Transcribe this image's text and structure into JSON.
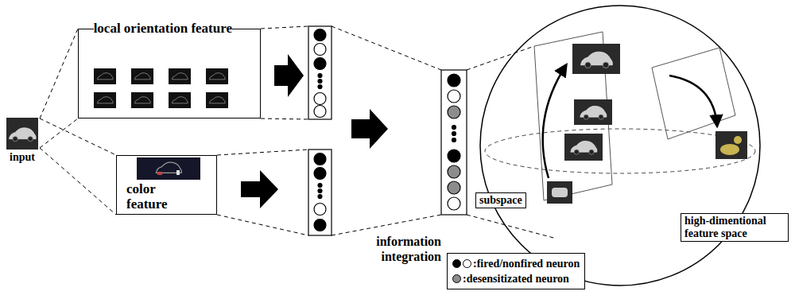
{
  "diagram": {
    "nodes": [
      {
        "text": [
          "input"
        ]
      },
      {
        "text": [
          "local orientation feature"
        ]
      },
      {
        "text": [
          "color feature"
        ]
      },
      {
        "text": [
          "subspace"
        ]
      },
      {
        "text": [
          "high-dimentional feature space"
        ]
      }
    ],
    "edges": [
      {
        "from": 0,
        "to": 1,
        "arrow": "none"
      },
      {
        "from": 0,
        "to": 2,
        "arrow": "none"
      }
    ],
    "labels": [
      "information integration"
    ],
    "legend": [
      {
        "text": ":fired/nonfired neuron"
      },
      {
        "text": ":desensitizated neuron",
        "color": "#8c8c8c"
      }
    ]
  }
}
